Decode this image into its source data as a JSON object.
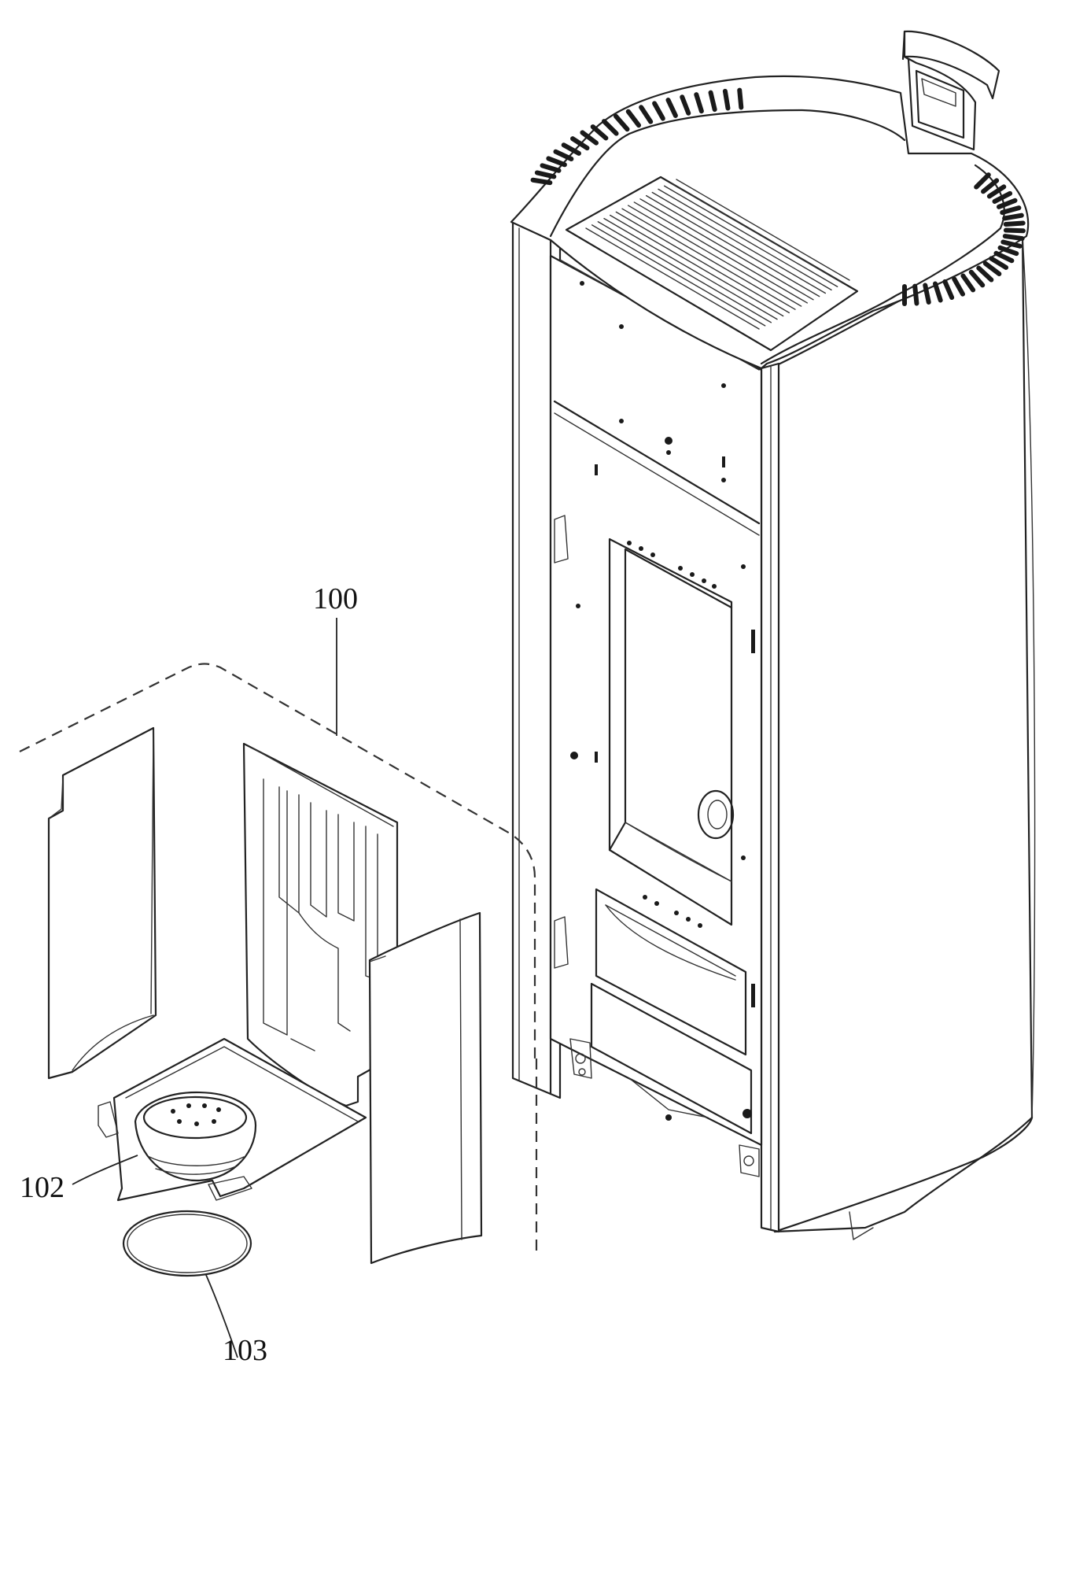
{
  "callouts": {
    "ref_100": "100",
    "ref_102": "102",
    "ref_103": "103"
  },
  "colors": {
    "line": "#222222",
    "background": "#ffffff"
  }
}
